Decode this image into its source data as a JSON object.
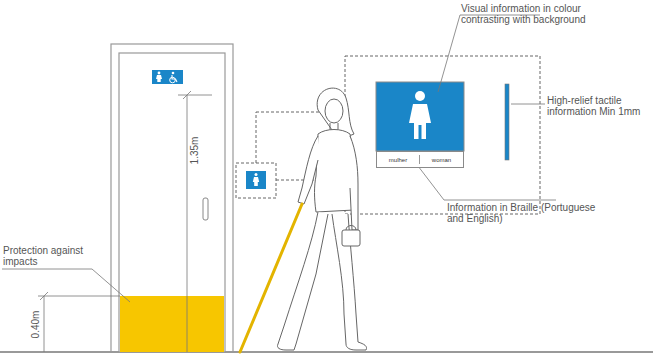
{
  "diagram": {
    "nodes": [
      {
        "text": [
          "mulher",
          "woman"
        ]
      }
    ],
    "labels": [
      "Visual information in colour contrasting with background",
      "High-relief tactile information Min 1mm",
      "Information in Braille (Portuguese and English)",
      "Protection against impacts",
      "1.35m",
      "0.40m"
    ]
  }
}
